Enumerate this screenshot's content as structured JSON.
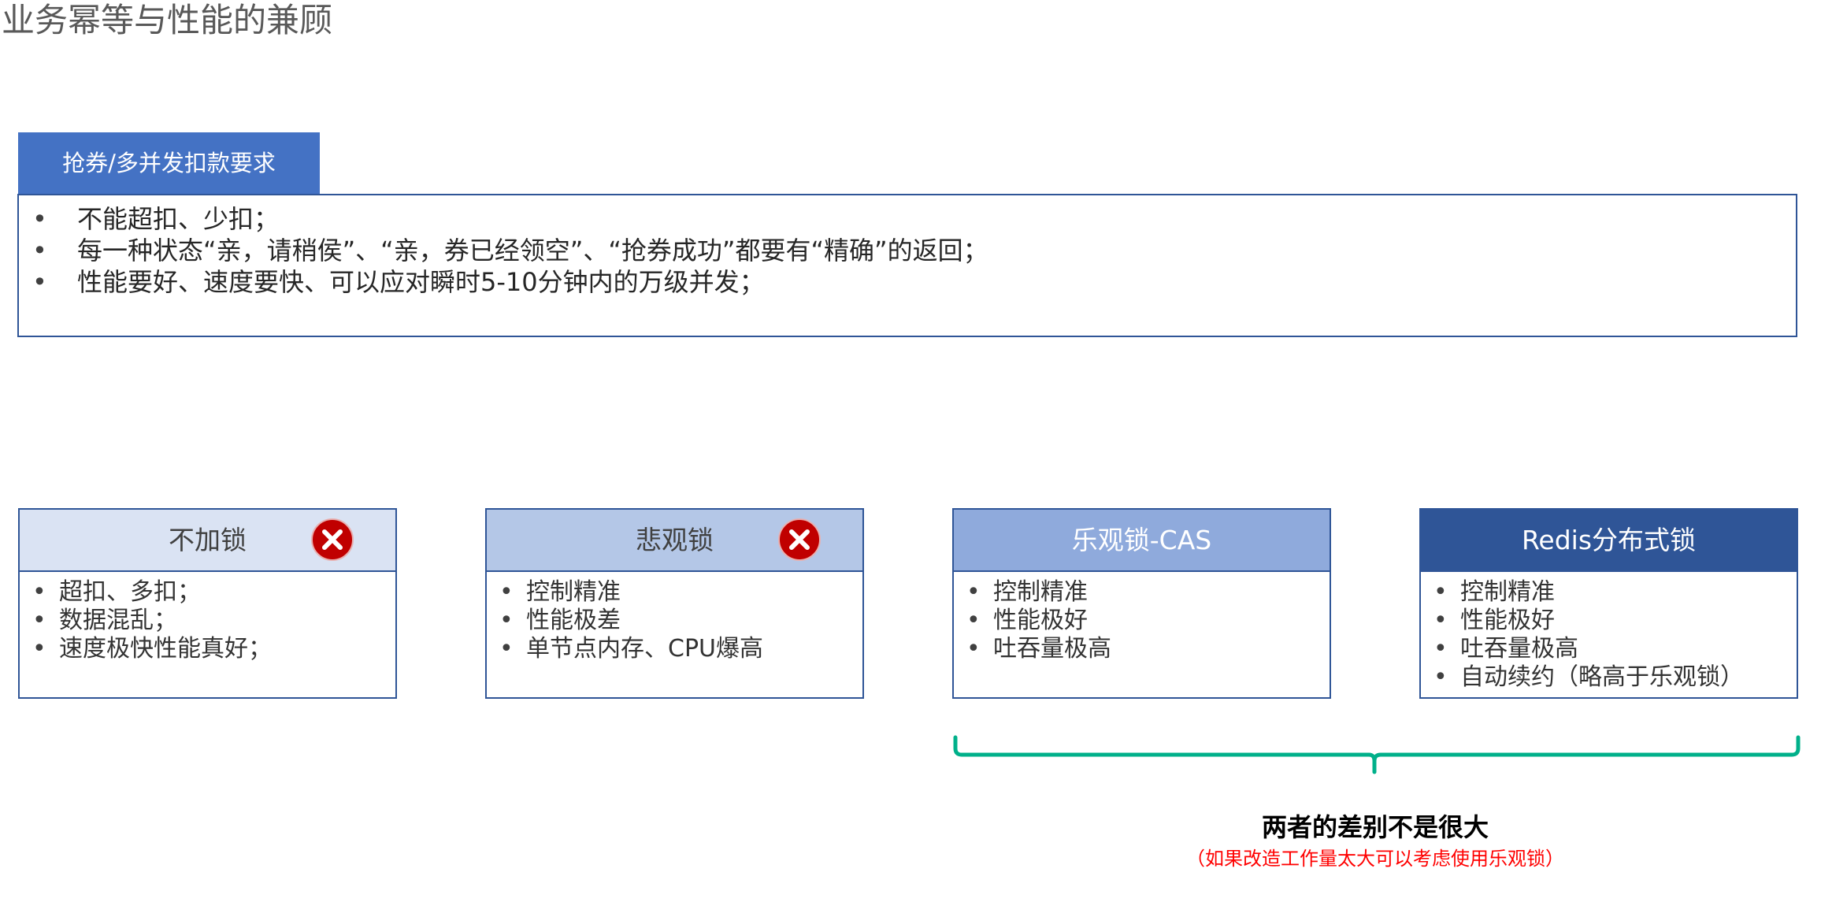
{
  "page": {
    "title": "业务幂等与性能的兼顾"
  },
  "requirements": {
    "tab_label": "抢券/多并发扣款要求",
    "items": [
      "不能超扣、少扣；",
      "每一种状态“亲，请稍侯”、“亲，券已经领空”、“抢券成功”都要有“精确”的返回；",
      "性能要好、速度要快、可以应对瞬时5-10分钟内的万级并发；"
    ]
  },
  "options": [
    {
      "title": "不加锁",
      "status_icon": "reject-x-icon",
      "items": [
        "超扣、多扣；",
        "数据混乱；",
        "速度极快性能真好；"
      ]
    },
    {
      "title": "悲观锁",
      "status_icon": "reject-x-icon",
      "items": [
        "控制精准",
        "性能极差",
        "单节点内存、CPU爆高"
      ]
    },
    {
      "title": "乐观锁-CAS",
      "items": [
        "控制精准",
        "性能极好",
        "吐吞量极高"
      ]
    },
    {
      "title": "Redis分布式锁",
      "items": [
        "控制精准",
        "性能极好",
        "吐吞量极高",
        "自动续约（略高于乐观锁）"
      ]
    }
  ],
  "conclusion": {
    "title": "两者的差别不是很大",
    "note": "（如果改造工作量太大可以考虑使用乐观锁）"
  },
  "colors": {
    "primary_blue": "#4472C4",
    "dark_blue": "#2F5597",
    "light_blue": "#DAE3F3",
    "mid_blue": "#B4C7E7",
    "blue_3": "#8FAADC",
    "reject_red": "#C00000",
    "brace_green": "#00B08A",
    "note_red": "#FF0000"
  }
}
